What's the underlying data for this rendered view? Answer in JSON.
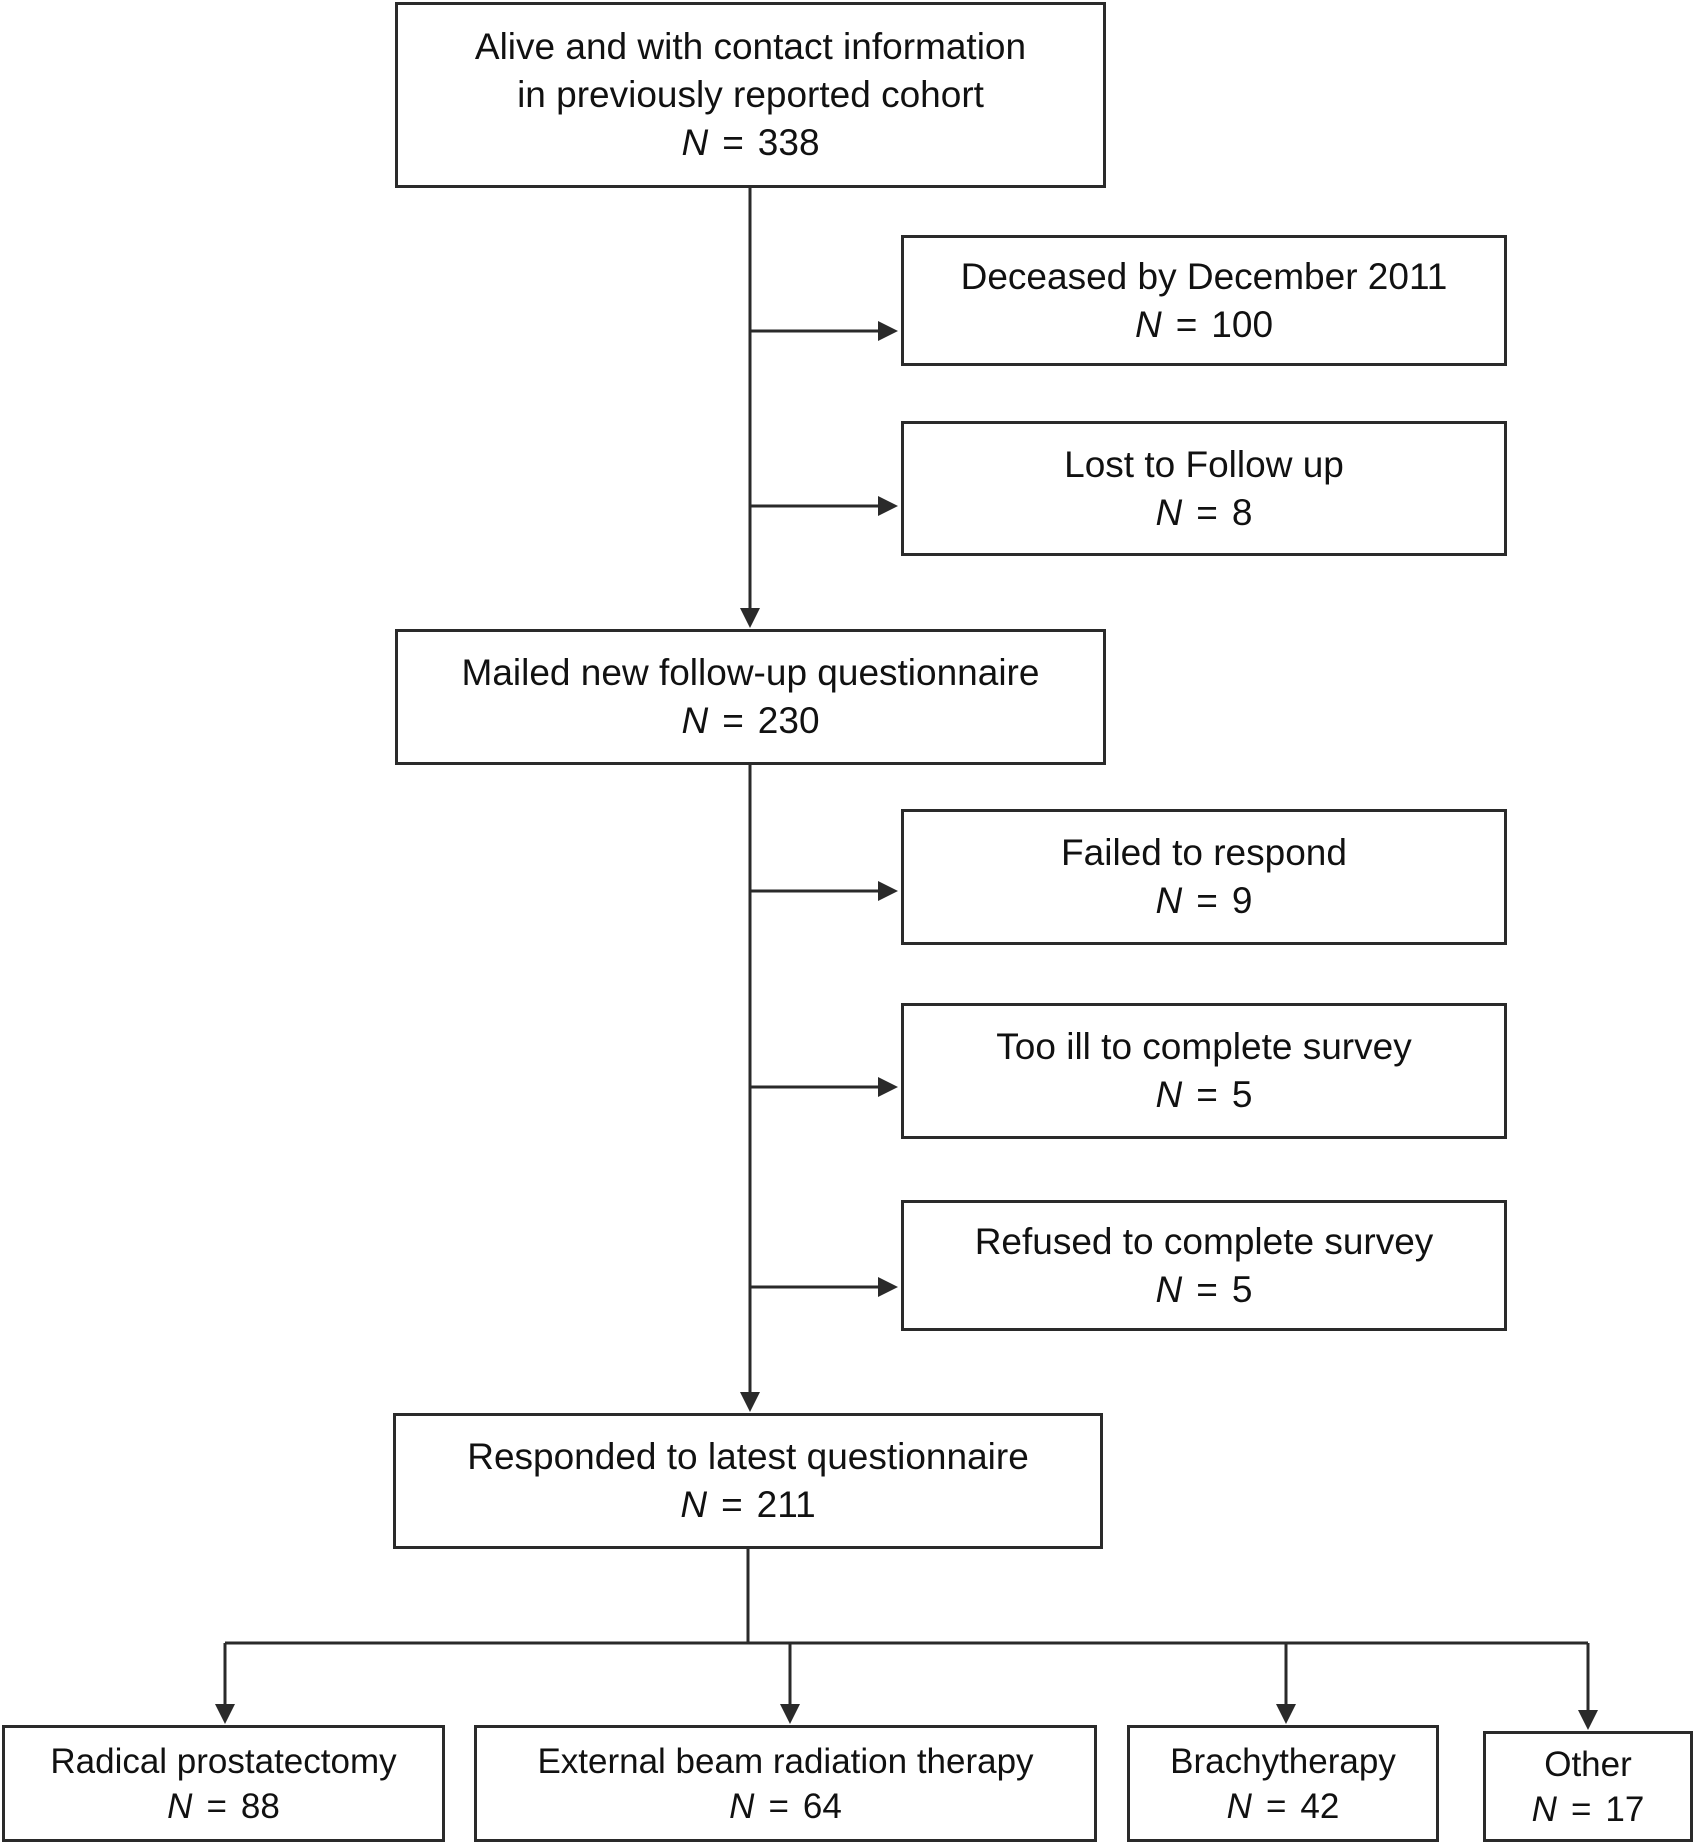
{
  "nodes": {
    "cohort": {
      "lines": [
        "Alive and with contact information",
        "in previously reported cohort"
      ],
      "n": "338"
    },
    "deceased": {
      "lines": [
        "Deceased by December 2011"
      ],
      "n": "100"
    },
    "lost": {
      "lines": [
        "Lost to Follow up"
      ],
      "n": "8"
    },
    "mailed": {
      "lines": [
        "Mailed new follow-up questionnaire"
      ],
      "n": "230"
    },
    "failed": {
      "lines": [
        "Failed to respond"
      ],
      "n": "9"
    },
    "ill": {
      "lines": [
        "Too ill to complete survey"
      ],
      "n": "5"
    },
    "refused": {
      "lines": [
        "Refused to complete survey"
      ],
      "n": "5"
    },
    "responded": {
      "lines": [
        "Responded to latest questionnaire"
      ],
      "n": "211"
    },
    "prostatectomy": {
      "lines": [
        "Radical prostatectomy"
      ],
      "n": "88"
    },
    "ebrt": {
      "lines": [
        "External beam radiation therapy"
      ],
      "n": "64"
    },
    "brachy": {
      "lines": [
        "Brachytherapy"
      ],
      "n": "42"
    },
    "other": {
      "lines": [
        "Other"
      ],
      "n": "17"
    }
  },
  "n_label": "N",
  "eq_sign": "="
}
